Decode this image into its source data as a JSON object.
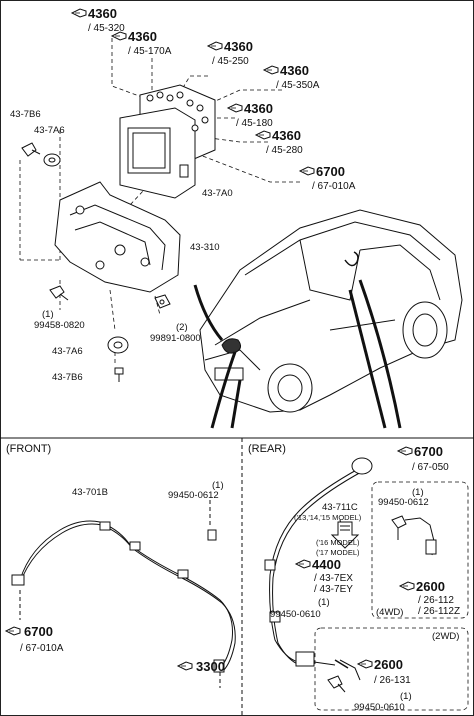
{
  "refs": [
    {
      "id": "r1",
      "num": "4360",
      "sub": "/ 45-320"
    },
    {
      "id": "r2",
      "num": "4360",
      "sub": "/ 45-170A"
    },
    {
      "id": "r3",
      "num": "4360",
      "sub": "/ 45-250"
    },
    {
      "id": "r4",
      "num": "4360",
      "sub": "/ 45-350A"
    },
    {
      "id": "r5",
      "num": "4360",
      "sub": "/ 45-180"
    },
    {
      "id": "r6",
      "num": "4360",
      "sub": "/ 45-280"
    },
    {
      "id": "r7",
      "num": "6700",
      "sub": "/ 67-010A"
    },
    {
      "id": "r8",
      "num": "6700",
      "sub": "/ 67-050"
    },
    {
      "id": "r9",
      "num": "4400",
      "sub": "/ 43-7EX"
    },
    {
      "id": "r10",
      "num": "2600",
      "sub": "/ 26-112"
    },
    {
      "id": "r11",
      "num": "6700",
      "sub": "/ 67-010A"
    },
    {
      "id": "r12",
      "num": "3300",
      "sub": ""
    },
    {
      "id": "r13",
      "num": "2600",
      "sub": "/ 26-131"
    }
  ],
  "extra_sub": {
    "r9_line2": "/ 43-7EY",
    "r10_line2": "/ 26-112Z"
  },
  "parts": {
    "p437b6_top": "43-7B6",
    "p437a6_top": "43-7A6",
    "p437a0": "43-7A0",
    "p43310": "43-310",
    "p99458_qty": "(1)",
    "p99458": "99458-0820",
    "p99891_qty": "(2)",
    "p99891": "99891-0800",
    "p437a6_bot": "43-7A6",
    "p437b6_bot": "43-7B6",
    "p43701b": "43-701B",
    "p99450_front_qty": "(1)",
    "p99450_front": "99450-0612",
    "p43711c": "43-711C",
    "p43711c_models": "('13,'14,'15 MODEL)",
    "model16": "('16 MODEL)",
    "model17": "('17 MODEL)",
    "p99450_rear_qty": "(1)",
    "p99450_rear": "99450-0612",
    "p99450_0610_qty": "(1)",
    "p99450_0610": "99450-0610",
    "p99450_0610b_qty": "(1)",
    "p99450_0610b": "99450-0610",
    "wd4": "(4WD)",
    "wd2": "(2WD)"
  },
  "sections": {
    "front": "(FRONT)",
    "rear": "(REAR)"
  },
  "icons": {
    "ref_arrow": "pointing-hand-icon"
  },
  "colors": {
    "line": "#111111",
    "background": "#ffffff"
  }
}
